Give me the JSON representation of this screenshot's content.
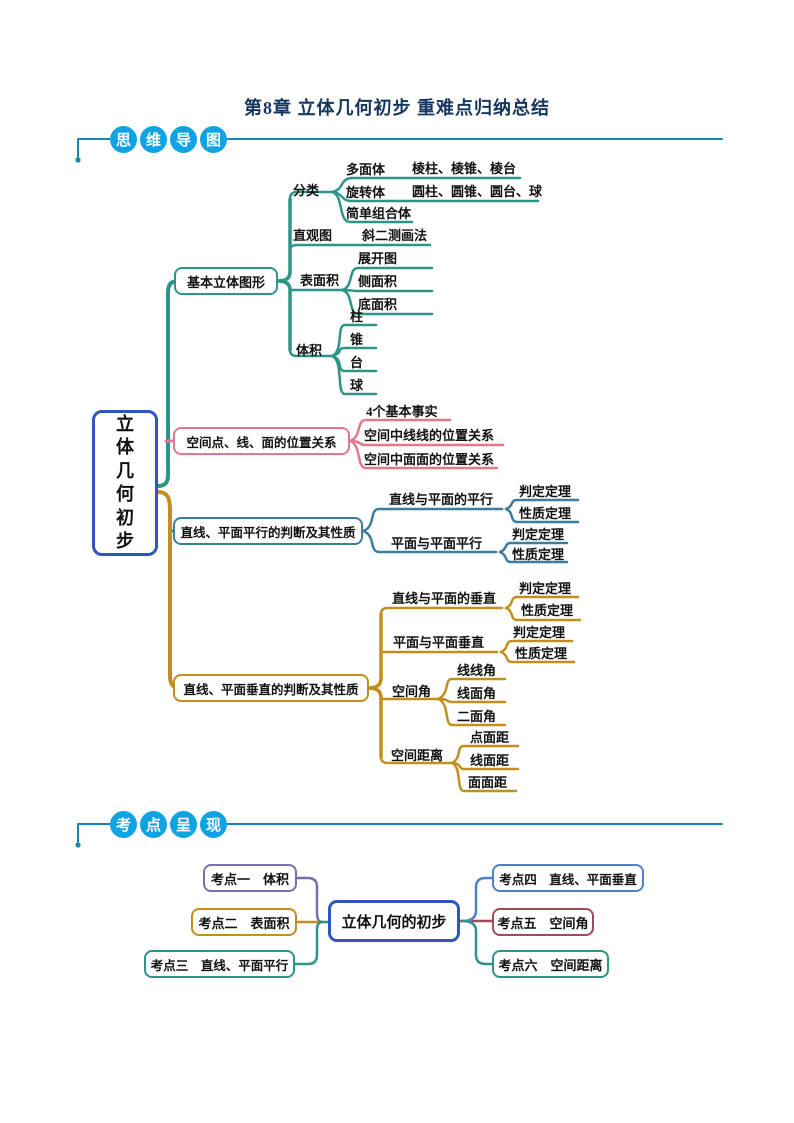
{
  "title": "第8章 立体几何初步 重难点归纳总结",
  "colors": {
    "header_circle": "#0fa3e3",
    "header_line": "#1a86b0",
    "title_text": "#17365d",
    "teal": "#2f9488",
    "pink": "#e0798c",
    "steel_blue": "#3a7d9e",
    "gold": "#c28f1e",
    "purple": "#7a6fad",
    "dark_red": "#a34a56",
    "light_blue": "#4d83c4",
    "root_border_blue": "#2f55c0"
  },
  "h1": {
    "chars": [
      "思",
      "维",
      "导",
      "图"
    ]
  },
  "h2": {
    "chars": [
      "考",
      "点",
      "呈",
      "现"
    ]
  },
  "m1": {
    "root": "立体几何初步",
    "jiben": "基本立体图形",
    "fenlei": "分类",
    "duomianti": "多面体",
    "lengzhu": "棱柱、棱锥、棱台",
    "xuanzhuanti": "旋转体",
    "yuanzhu": "圆柱、圆锥、圆台、球",
    "jiandan": "简单组合体",
    "zhiguantu": "直观图",
    "xieerce": "斜二测画法",
    "biaomianji": "表面积",
    "zhankaitu": "展开图",
    "cemianji": "侧面积",
    "dimianji": "底面积",
    "tiji": "体积",
    "zhu": "柱",
    "zhui": "锥",
    "tai": "台",
    "qiu": "球",
    "kongjian": "空间点、线、面的位置关系",
    "sishi": "4个基本事实",
    "xianxian": "空间中线线的位置关系",
    "mianmian": "空间中面面的位置关系",
    "pingxing": "直线、平面平行的判断及其性质",
    "zxpm_px": "直线与平面的平行",
    "pd1": "判定定理",
    "xz1": "性质定理",
    "pmpm_px": "平面与平面平行",
    "pd2": "判定定理",
    "xz2": "性质定理",
    "chuizhi": "直线、平面垂直的判断及其性质",
    "zxpm_cz": "直线与平面的垂直",
    "pd3": "判定定理",
    "xz3": "性质定理",
    "pmpm_cz": "平面与平面垂直",
    "pd4": "判定定理",
    "xz4": "性质定理",
    "kjj": "空间角",
    "xxj": "线线角",
    "xmj": "线面角",
    "emj": "二面角",
    "kjjl": "空间距离",
    "dmj": "点面距",
    "xmjl": "线面距",
    "mmj": "面面距"
  },
  "m2": {
    "center": "立体几何的初步",
    "k1": "考点一　体积",
    "k2": "考点二　表面积",
    "k3": "考点三　直线、平面平行",
    "k4": "考点四　直线、平面垂直",
    "k5": "考点五　空间角",
    "k6": "考点六　空间距离"
  }
}
